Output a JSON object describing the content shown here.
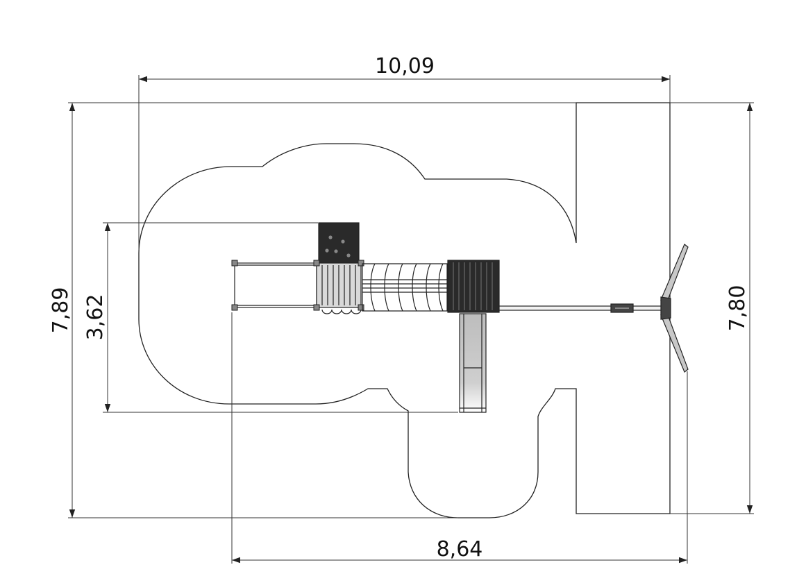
{
  "drawing": {
    "units_note": "",
    "dimensions": {
      "overall_width": "10,09",
      "overall_height": "7,89",
      "inner_height": "3,62",
      "equipment_width": "8,64",
      "right_height": "7,80"
    }
  },
  "colors": {
    "line": "#222222",
    "dark_fill": "#2a2a2a",
    "light_fill": "#d9d9d9",
    "slide_fill": "#c8c8c8"
  },
  "icons": {
    "arrow": "arrowhead"
  }
}
